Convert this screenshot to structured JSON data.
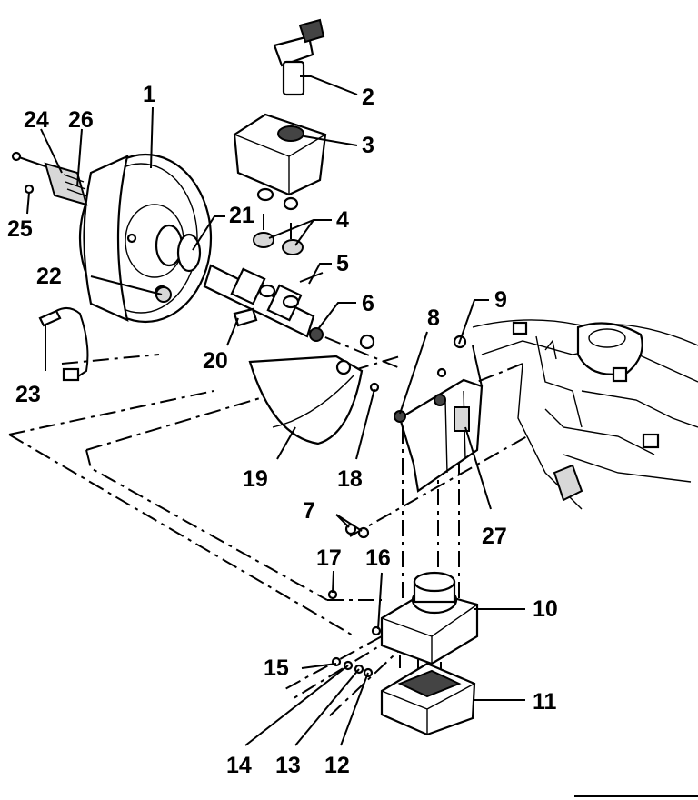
{
  "callouts": [
    {
      "id": "1",
      "text": "1"
    },
    {
      "id": "2",
      "text": "2"
    },
    {
      "id": "3",
      "text": "3"
    },
    {
      "id": "4",
      "text": "4"
    },
    {
      "id": "5",
      "text": "5"
    },
    {
      "id": "6",
      "text": "6"
    },
    {
      "id": "7",
      "text": "7"
    },
    {
      "id": "8",
      "text": "8"
    },
    {
      "id": "9",
      "text": "9"
    },
    {
      "id": "10",
      "text": "10"
    },
    {
      "id": "11",
      "text": "11"
    },
    {
      "id": "12",
      "text": "12"
    },
    {
      "id": "13",
      "text": "13"
    },
    {
      "id": "14",
      "text": "14"
    },
    {
      "id": "15",
      "text": "15"
    },
    {
      "id": "16",
      "text": "16"
    },
    {
      "id": "17",
      "text": "17"
    },
    {
      "id": "18",
      "text": "18"
    },
    {
      "id": "19",
      "text": "19"
    },
    {
      "id": "20",
      "text": "20"
    },
    {
      "id": "21",
      "text": "21"
    },
    {
      "id": "22",
      "text": "22"
    },
    {
      "id": "23",
      "text": "23"
    },
    {
      "id": "24",
      "text": "24"
    },
    {
      "id": "25",
      "text": "25"
    },
    {
      "id": "26",
      "text": "26"
    },
    {
      "id": "27",
      "text": "27"
    }
  ]
}
